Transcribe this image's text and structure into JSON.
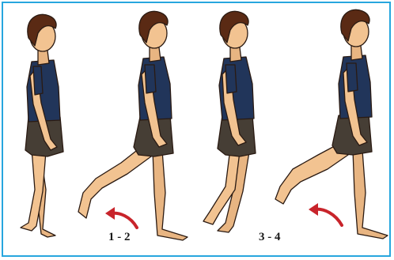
{
  "frame": {
    "border_color": "#27a6de"
  },
  "colors": {
    "hair": "#5a2a14",
    "skin": "#f2c391",
    "skin_shade": "#d9a06d",
    "shirt": "#21355a",
    "shorts": "#463e35",
    "outline": "#2a1a12",
    "arrow": "#c8242b"
  },
  "steps": [
    {
      "label": "1 - 2",
      "arrow_icon": "curved-arrow-icon"
    },
    {
      "label": "3 - 4",
      "arrow_icon": "curved-arrow-icon"
    }
  ],
  "figures": [
    {
      "pose": "standing"
    },
    {
      "pose": "leg-swing-back"
    },
    {
      "pose": "standing-crossed"
    },
    {
      "pose": "leg-swing-back-high"
    }
  ]
}
